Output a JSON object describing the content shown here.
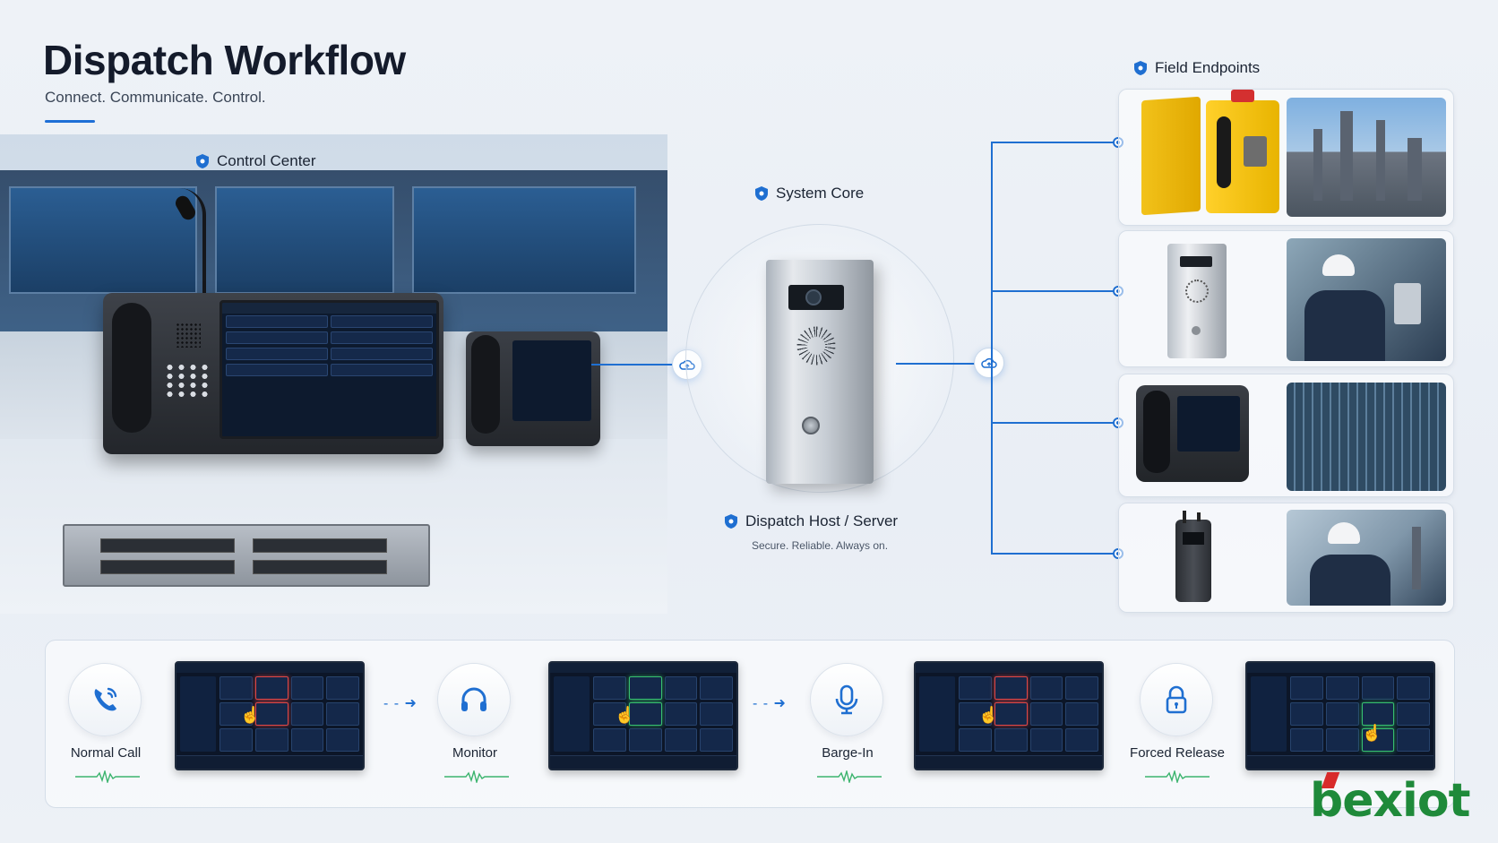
{
  "header": {
    "title": "Dispatch Workflow",
    "subtitle": "Connect. Communicate. Control."
  },
  "sections": {
    "control_center": "Control Center",
    "system_core": "System Core",
    "field_endpoints": "Field Endpoints",
    "dispatch_host": "Dispatch Host / Server",
    "dispatch_host_caption": "Secure. Reliable. Always on."
  },
  "endpoints": [
    {
      "device": "weatherproof-telephone-icon",
      "scene": "refinery"
    },
    {
      "device": "intercom-panel-icon",
      "scene": "worker-at-fence"
    },
    {
      "device": "desk-video-phone-icon",
      "scene": "office-building"
    },
    {
      "device": "two-way-radio-icon",
      "scene": "worker-with-radio"
    }
  ],
  "workflow": [
    {
      "label": "Normal Call",
      "icon": "phone-call-icon",
      "highlight": "red"
    },
    {
      "label": "Monitor",
      "icon": "headset-icon",
      "highlight": "green"
    },
    {
      "label": "Barge-In",
      "icon": "microphone-icon",
      "highlight": "red"
    },
    {
      "label": "Forced Release",
      "icon": "lock-icon",
      "highlight": "green"
    }
  ],
  "brand": {
    "name": "bexiot"
  },
  "colors": {
    "accent": "#1f6fd1",
    "brand_green": "#1f8a3a",
    "brand_red": "#d82a2a",
    "alert_red": "#e04848",
    "ok_green": "#37c070"
  }
}
